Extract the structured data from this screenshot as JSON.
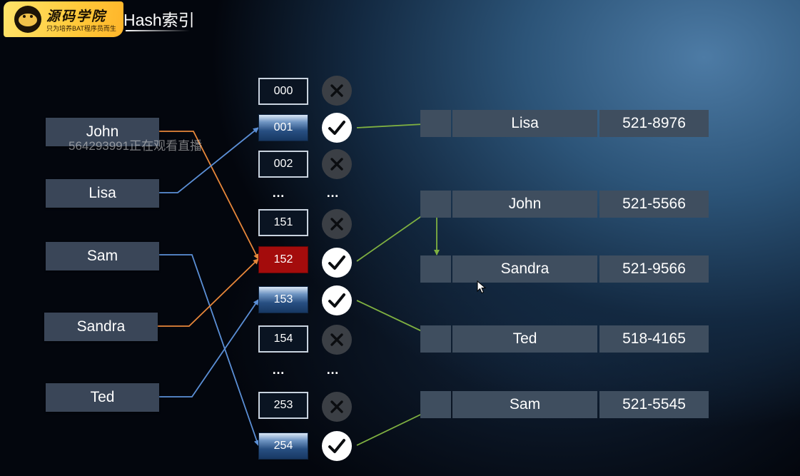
{
  "header": {
    "brand_name": "源码学院",
    "brand_slogan": "只为培养BAT程序员而生",
    "title": "Hash索引"
  },
  "watermark": "564293991正在观看直播",
  "names": [
    "John",
    "Lisa",
    "Sam",
    "Sandra",
    "Ted"
  ],
  "buckets": [
    {
      "label": "000",
      "style": "plain",
      "status": "empty"
    },
    {
      "label": "001",
      "style": "filled",
      "status": "used"
    },
    {
      "label": "002",
      "style": "plain",
      "status": "empty"
    },
    {
      "label": "…",
      "style": "ellipsis",
      "status": "ellipsis"
    },
    {
      "label": "151",
      "style": "plain",
      "status": "empty"
    },
    {
      "label": "152",
      "style": "active",
      "status": "used"
    },
    {
      "label": "153",
      "style": "filled",
      "status": "used"
    },
    {
      "label": "154",
      "style": "plain",
      "status": "empty"
    },
    {
      "label": "…",
      "style": "ellipsis",
      "status": "ellipsis"
    },
    {
      "label": "253",
      "style": "plain",
      "status": "empty"
    },
    {
      "label": "254",
      "style": "filled",
      "status": "used"
    }
  ],
  "records": [
    {
      "name": "Lisa",
      "phone": "521-8976"
    },
    {
      "name": "John",
      "phone": "521-5566"
    },
    {
      "name": "Sandra",
      "phone": "521-9566"
    },
    {
      "name": "Ted",
      "phone": "518-4165"
    },
    {
      "name": "Sam",
      "phone": "521-5545"
    }
  ],
  "mappings": [
    {
      "name": "John",
      "bucket": "152",
      "color": "#e8873a"
    },
    {
      "name": "Lisa",
      "bucket": "001",
      "color": "#5b8fd6"
    },
    {
      "name": "Sam",
      "bucket": "254",
      "color": "#5b8fd6"
    },
    {
      "name": "Sandra",
      "bucket": "152",
      "color": "#e8873a"
    },
    {
      "name": "Ted",
      "bucket": "153",
      "color": "#5b8fd6"
    }
  ],
  "pointers": [
    {
      "from": "001",
      "to": "Lisa"
    },
    {
      "from": "152",
      "to": "John"
    },
    {
      "from": "John",
      "to": "Sandra"
    },
    {
      "from": "153",
      "to": "Ted"
    },
    {
      "from": "254",
      "to": "Sam"
    }
  ],
  "colors": {
    "collision": "#a40c0c",
    "pointer": "#7fb041",
    "hash_line_orange": "#e8873a",
    "hash_line_blue": "#5b8fd6",
    "box": "#3a4658",
    "record": "#3f4e5f"
  },
  "icons": {
    "empty": "x-circle-icon",
    "used": "check-circle-icon",
    "cursor": "mouse-cursor-icon"
  }
}
